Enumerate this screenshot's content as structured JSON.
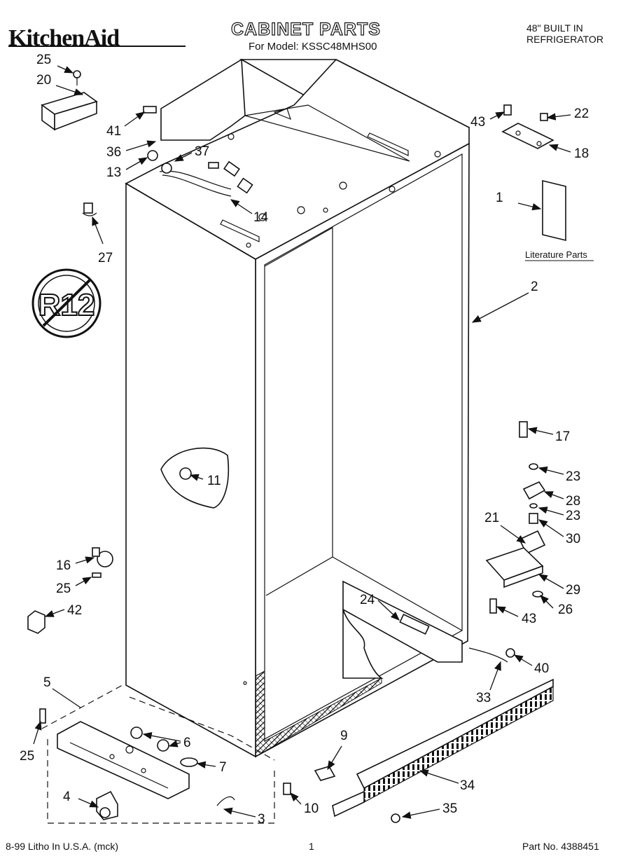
{
  "header": {
    "brand": "KitchenAid",
    "title": "CABINET PARTS",
    "subtitle": "For Model: KSSC48MHS00",
    "product_line1": "48\" BUILT IN",
    "product_line2": "REFRIGERATOR"
  },
  "literature_label": "Literature Parts",
  "badge": {
    "text": "R12"
  },
  "callouts": {
    "c1": "1",
    "c2": "2",
    "c3": "3",
    "c4": "4",
    "c5": "5",
    "c6": "6",
    "c7": "7",
    "c9": "9",
    "c10": "10",
    "c11": "11",
    "c13": "13",
    "c14": "14",
    "c16": "16",
    "c17": "17",
    "c18": "18",
    "c20": "20",
    "c21": "21",
    "c22": "22",
    "c23a": "23",
    "c23b": "23",
    "c24": "24",
    "c25a": "25",
    "c25b": "25",
    "c25c": "25",
    "c26": "26",
    "c27": "27",
    "c28": "28",
    "c29": "29",
    "c30": "30",
    "c33": "33",
    "c34": "34",
    "c35": "35",
    "c36": "36",
    "c37": "37",
    "c40": "40",
    "c41": "41",
    "c42": "42",
    "c43a": "43",
    "c43b": "43"
  },
  "footer": {
    "left": "8-99 Litho In U.S.A. (mck)",
    "page": "1",
    "part_no": "Part No. 4388451"
  }
}
